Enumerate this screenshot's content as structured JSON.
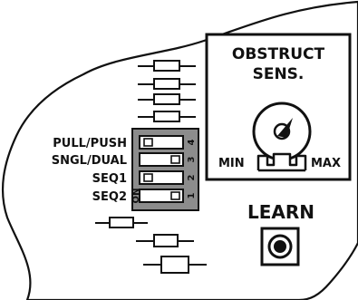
{
  "board": {
    "outline_color": "#111111",
    "switch_body_color": "#8c8c8c",
    "background_color": "#ffffff"
  },
  "obstruct_panel": {
    "title_line1": "OBSTRUCT",
    "title_line2": "SENS.",
    "min_label": "MIN",
    "max_label": "MAX",
    "knob_icon": "potentiometer-dial-icon"
  },
  "dip_switch": {
    "on_label": "ON",
    "switches": [
      {
        "number": "4",
        "label": "PULL/PUSH",
        "state": "off"
      },
      {
        "number": "3",
        "label": "SNGL/DUAL",
        "state": "on"
      },
      {
        "number": "2",
        "label": "SEQ1",
        "state": "off"
      },
      {
        "number": "1",
        "label": "SEQ2",
        "state": "on"
      }
    ]
  },
  "learn": {
    "label": "LEARN",
    "button_icon": "push-button-icon"
  }
}
